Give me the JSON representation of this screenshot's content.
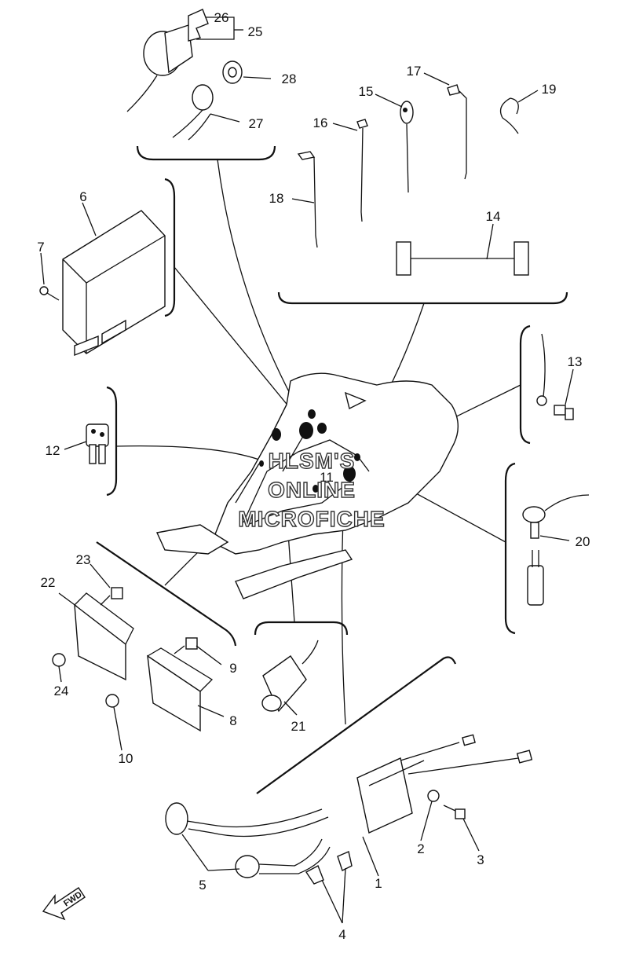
{
  "watermark": {
    "line1": "HLSM'S",
    "line2": "ONLINE",
    "line3": "MICROFICHE"
  },
  "fwd_label": "FWD",
  "callouts": {
    "c1": "1",
    "c2": "2",
    "c3": "3",
    "c4": "4",
    "c5": "5",
    "c6": "6",
    "c7": "7",
    "c8": "8",
    "c9": "9",
    "c10": "10",
    "c11": "11",
    "c12": "12",
    "c13": "13",
    "c14": "14",
    "c15": "15",
    "c16": "16",
    "c17": "17",
    "c18": "18",
    "c19": "19",
    "c20": "20",
    "c21": "21",
    "c22": "22",
    "c23": "23",
    "c24": "24",
    "c25": "25",
    "c26": "26",
    "c27": "27",
    "c28": "28"
  }
}
